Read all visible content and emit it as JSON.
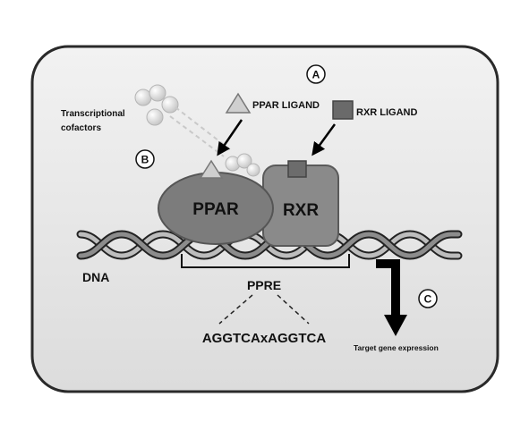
{
  "labels": {
    "ppar_ligand": "PPAR LIGAND",
    "rxr_ligand": "RXR LIGAND",
    "transcriptional_line1": "Transcriptional",
    "transcriptional_line2": "cofactors",
    "ppar": "PPAR",
    "rxr": "RXR",
    "dna": "DNA",
    "ppre": "PPRE",
    "sequence": "AGGTCAxAGGTCA",
    "target_gene": "Target gene expression"
  },
  "markers": {
    "a": "A",
    "b": "B",
    "c": "C"
  },
  "colors": {
    "background": "#ffffff",
    "panel": "#e6e6e6",
    "panel_border": "#2a2a2a",
    "ppar_fill": "#7c7c7c",
    "rxr_fill": "#8a8a8a",
    "ligand_triangle": "#c8c8c8",
    "rxr_ligand": "#666666",
    "arrow": "#000000"
  }
}
